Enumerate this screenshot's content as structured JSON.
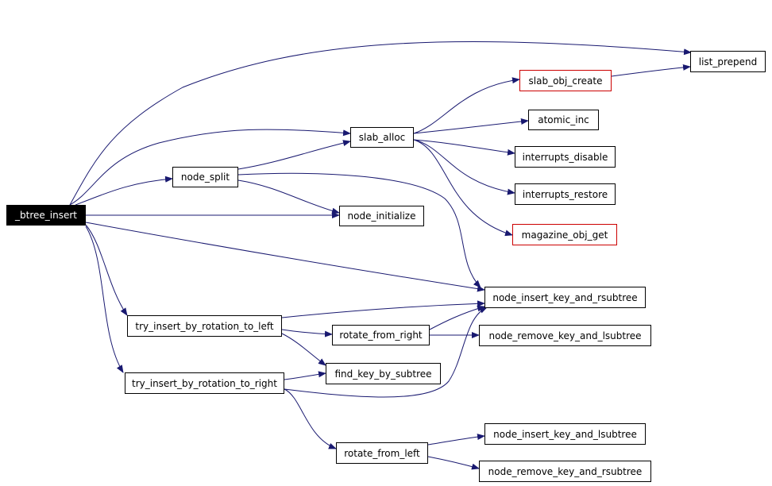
{
  "colors": {
    "edge": "#191970",
    "node_border": "#000000",
    "highlight_border": "#cc0000",
    "root_fill": "#000000",
    "root_text": "#ffffff"
  },
  "nodes": {
    "btree_insert": "_btree_insert",
    "list_prepend": "list_prepend",
    "slab_obj_create": "slab_obj_create",
    "atomic_inc": "atomic_inc",
    "slab_alloc": "slab_alloc",
    "interrupts_disable": "interrupts_disable",
    "node_split": "node_split",
    "interrupts_restore": "interrupts_restore",
    "node_initialize": "node_initialize",
    "magazine_obj_get": "magazine_obj_get",
    "node_insert_key_and_rsubtree": "node_insert_key_and_rsubtree",
    "try_insert_by_rotation_to_left": "try_insert_by_rotation_to_left",
    "rotate_from_right": "rotate_from_right",
    "node_remove_key_and_lsubtree": "node_remove_key_and_lsubtree",
    "find_key_by_subtree": "find_key_by_subtree",
    "try_insert_by_rotation_to_right": "try_insert_by_rotation_to_right",
    "node_insert_key_and_lsubtree": "node_insert_key_and_lsubtree",
    "rotate_from_left": "rotate_from_left",
    "node_remove_key_and_rsubtree": "node_remove_key_and_rsubtree"
  }
}
